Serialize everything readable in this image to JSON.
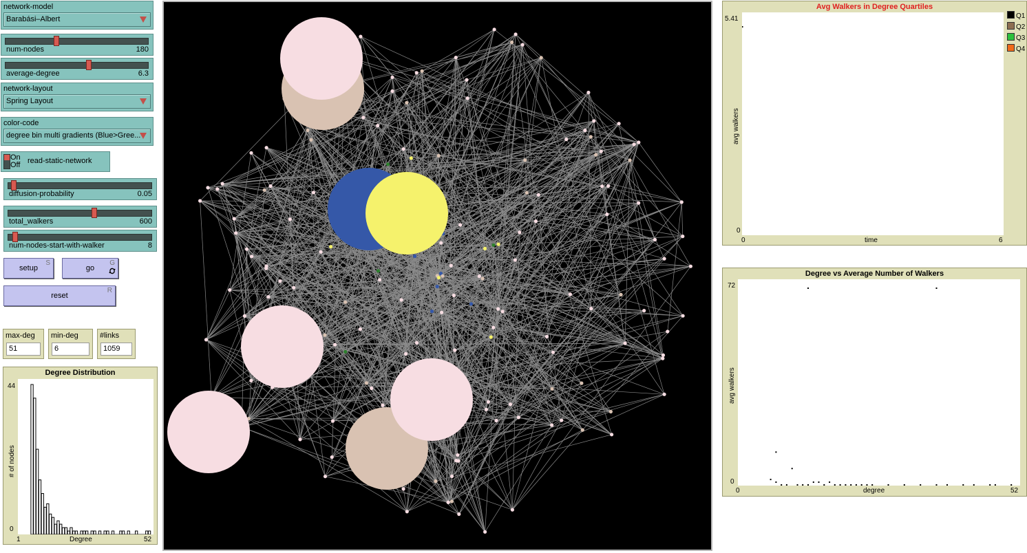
{
  "controls": {
    "network_model": {
      "label": "network-model",
      "value": "Barabási–Albert"
    },
    "num_nodes": {
      "label": "num-nodes",
      "value": "180",
      "position": 0.35
    },
    "average_degree": {
      "label": "average-degree",
      "value": "6.3",
      "position": 0.58
    },
    "network_layout": {
      "label": "network-layout",
      "value": "Spring Layout"
    },
    "color_code": {
      "label": "color-code",
      "value": "degree bin multi gradients (Blue>Gree..."
    },
    "read_static_network": {
      "label": "read-static-network",
      "on": "On",
      "off": "Off"
    },
    "diffusion_probability": {
      "label": "diffusion-probability",
      "value": "0.05",
      "position": 0.02
    },
    "total_walkers": {
      "label": "total_walkers",
      "value": "600",
      "position": 0.6
    },
    "num_nodes_start_with_walker": {
      "label": "num-nodes-start-with-walker",
      "value": "8",
      "position": 0.03
    },
    "setup": {
      "label": "setup",
      "key": "S"
    },
    "go": {
      "label": "go",
      "key": "G",
      "forever_icon": "forever-icon"
    },
    "reset": {
      "label": "reset",
      "key": "R"
    }
  },
  "monitors": [
    {
      "label": "max-deg",
      "value": "51"
    },
    {
      "label": "min-deg",
      "value": "6"
    },
    {
      "label": "#links",
      "value": "1059"
    }
  ],
  "plots": {
    "degree_distribution": {
      "title": "Degree Distribution",
      "y_max_label": "44",
      "y_min_label": "0",
      "x_min_label": "1",
      "x_max_label": "52",
      "xlabel": "Degree",
      "ylabel": "# of nodes"
    },
    "avg_walkers_quartiles": {
      "title": "Avg Walkers in Degree Quartiles",
      "title_color": "#e02020",
      "y_max_label": "5.41",
      "y_min_label": "0",
      "x_min_label": "0",
      "x_max_label": "6",
      "xlabel": "time",
      "ylabel": "avg walkers",
      "legend": [
        {
          "name": "Q1",
          "color": "#000000"
        },
        {
          "name": "Q2",
          "color": "#8d6e52"
        },
        {
          "name": "Q3",
          "color": "#2cc13c"
        },
        {
          "name": "Q4",
          "color": "#f06a1a"
        }
      ]
    },
    "degree_vs_walkers": {
      "title": "Degree vs Average Number of Walkers",
      "y_max_label": "72",
      "y_min_label": "0",
      "x_min_label": "0",
      "x_max_label": "52",
      "xlabel": "degree",
      "ylabel": "avg walkers"
    }
  },
  "chart_data": [
    {
      "type": "bar",
      "title": "Degree Distribution",
      "xlabel": "Degree",
      "ylabel": "# of nodes",
      "xlim": [
        1,
        52
      ],
      "ylim": [
        0,
        44
      ],
      "x": [
        6,
        7,
        8,
        9,
        10,
        11,
        12,
        13,
        14,
        15,
        16,
        17,
        18,
        19,
        20,
        21,
        22,
        23,
        24,
        25,
        26,
        27,
        28,
        29,
        30,
        31,
        32,
        33,
        34,
        35,
        36,
        37,
        38,
        39,
        40,
        41,
        42,
        43,
        44,
        45,
        46,
        47,
        48,
        49,
        50,
        51
      ],
      "values": [
        44,
        40,
        25,
        16,
        12,
        8,
        9,
        6,
        5,
        3,
        4,
        3,
        2,
        2,
        1,
        2,
        1,
        1,
        0,
        1,
        1,
        1,
        0,
        1,
        1,
        0,
        1,
        0,
        1,
        1,
        0,
        1,
        0,
        0,
        1,
        1,
        0,
        1,
        0,
        0,
        1,
        0,
        0,
        0,
        1,
        1
      ]
    },
    {
      "type": "line",
      "title": "Avg Walkers in Degree Quartiles",
      "xlabel": "time",
      "ylabel": "avg walkers",
      "xlim": [
        0,
        6
      ],
      "ylim": [
        0,
        5.41
      ],
      "series": [
        {
          "name": "Q1",
          "x": [
            0
          ],
          "y": [
            5.41
          ]
        },
        {
          "name": "Q2",
          "x": [],
          "y": []
        },
        {
          "name": "Q3",
          "x": [],
          "y": []
        },
        {
          "name": "Q4",
          "x": [],
          "y": []
        }
      ]
    },
    {
      "type": "scatter",
      "title": "Degree vs Average Number of Walkers",
      "xlabel": "degree",
      "ylabel": "avg walkers",
      "xlim": [
        0,
        52
      ],
      "ylim": [
        0,
        72
      ],
      "x": [
        6,
        7,
        8,
        9,
        10,
        11,
        12,
        13,
        14,
        15,
        16,
        17,
        18,
        19,
        20,
        21,
        22,
        23,
        24,
        25,
        28,
        31,
        34,
        37,
        39,
        42,
        44,
        47,
        48,
        51,
        13,
        7,
        37
      ],
      "y": [
        2,
        1,
        0,
        0,
        6,
        0,
        0,
        0,
        1,
        1,
        0,
        1,
        0,
        0,
        0,
        0,
        0,
        0,
        0,
        0,
        0,
        0,
        0,
        0,
        0,
        0,
        0,
        0,
        0,
        0,
        72,
        12,
        72
      ]
    }
  ]
}
